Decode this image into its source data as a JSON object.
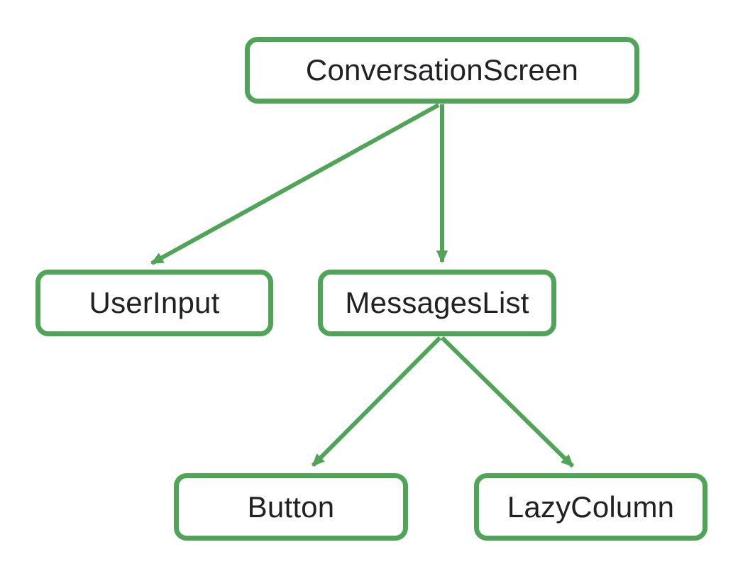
{
  "diagram": {
    "type": "tree",
    "nodes": [
      {
        "id": "conversation-screen",
        "label": "ConversationScreen"
      },
      {
        "id": "user-input",
        "label": "UserInput"
      },
      {
        "id": "messages-list",
        "label": "MessagesList"
      },
      {
        "id": "button",
        "label": "Button"
      },
      {
        "id": "lazy-column",
        "label": "LazyColumn"
      }
    ],
    "edges": [
      {
        "from": "ConversationScreen",
        "to": "UserInput"
      },
      {
        "from": "ConversationScreen",
        "to": "MessagesList"
      },
      {
        "from": "MessagesList",
        "to": "Button"
      },
      {
        "from": "MessagesList",
        "to": "LazyColumn"
      }
    ],
    "colors": {
      "accent_green": "#4FA457",
      "node_fill": "#FFFFFF",
      "text": "#202124",
      "background": "#FDFDFD"
    }
  }
}
